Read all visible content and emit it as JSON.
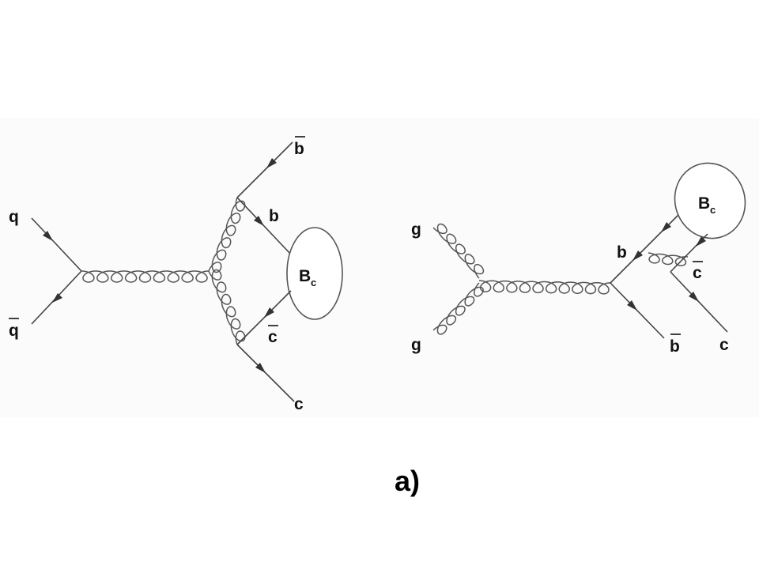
{
  "diagrams": [
    {
      "labels": {
        "q_in": "q",
        "qbar_in": "q",
        "bbar_out": "b",
        "b": "b",
        "meson": "B",
        "meson_sub": "c",
        "cbar": "c",
        "c_out": "c"
      }
    },
    {
      "labels": {
        "g_top": "g",
        "g_bottom": "g",
        "b": "b",
        "meson": "B",
        "meson_sub": "c",
        "cbar": "c",
        "bbar_out": "b",
        "c_out": "c"
      }
    }
  ],
  "caption": "a)"
}
